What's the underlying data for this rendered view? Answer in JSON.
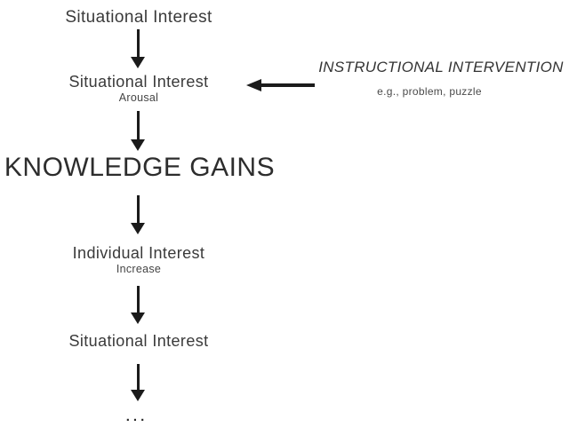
{
  "colors": {
    "background": "#ffffff",
    "text": "#3a3a3a",
    "heading": "#2d2d2d",
    "arrow": "#1b1b1b"
  },
  "flow": {
    "steps": [
      {
        "label": "Situational Interest"
      },
      {
        "label": "Situational Interest",
        "sublabel": "Arousal"
      },
      {
        "label": "KNOWLEDGE GAINS"
      },
      {
        "label": "Individual Interest",
        "sublabel": "Increase"
      },
      {
        "label": "Situational Interest"
      },
      {
        "label": "..."
      }
    ]
  },
  "intervention": {
    "title": "INSTRUCTIONAL INTERVENTION",
    "example": "e.g., problem, puzzle"
  }
}
